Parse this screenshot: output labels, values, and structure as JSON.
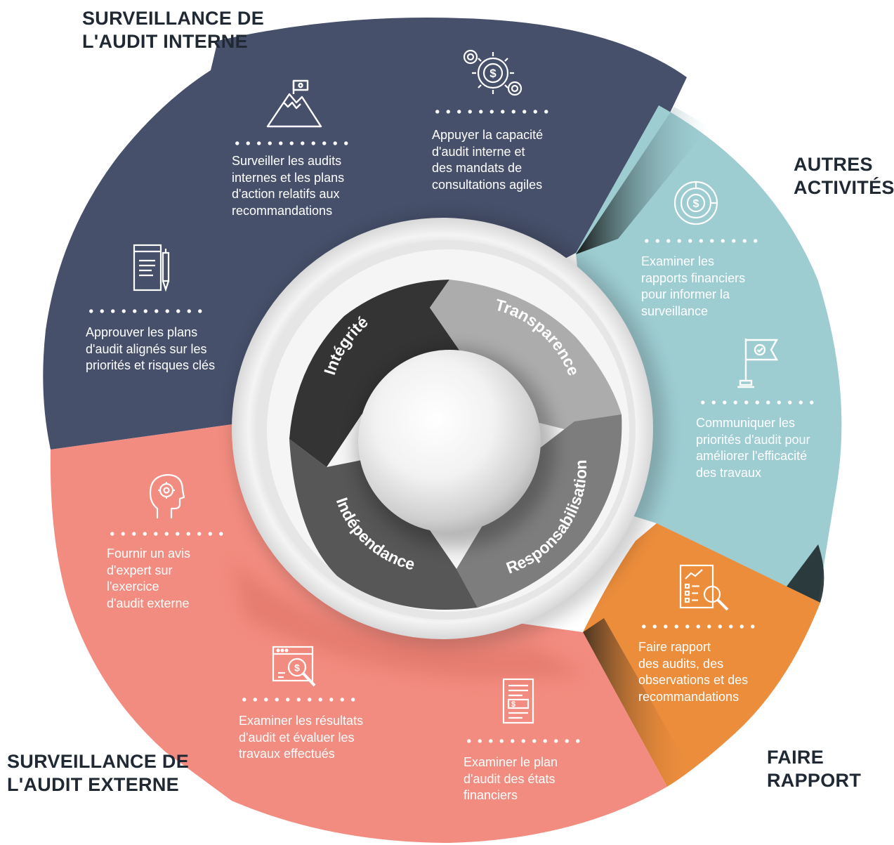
{
  "sections": {
    "internal": {
      "title": [
        "SURVEILLANCE DE",
        "L'AUDIT INTERNE"
      ],
      "color": "#46506a",
      "items": [
        {
          "icon": "mountain-flag-icon",
          "text": [
            "Surveiller les audits",
            "internes et les plans",
            "d'action relatifs aux",
            "recommandations"
          ]
        },
        {
          "icon": "dollar-gears-icon",
          "text": [
            "Appuyer la capacité",
            "d'audit interne et",
            "des mandats de",
            "consultations agiles"
          ]
        },
        {
          "icon": "document-pen-icon",
          "text": [
            "Approuver les plans",
            "d'audit alignés sur les",
            "priorités et risques clés"
          ]
        }
      ]
    },
    "other": {
      "title": [
        "AUTRES",
        "ACTIVITÉS"
      ],
      "color": "#9dccd1",
      "items": [
        {
          "icon": "dollar-target-icon",
          "text": [
            "Examiner les",
            "rapports financiers",
            "pour informer la",
            "surveillance"
          ]
        },
        {
          "icon": "flag-check-icon",
          "text": [
            "Communiquer les",
            "priorités d'audit pour",
            "améliorer l'efficacité",
            "des travaux"
          ]
        }
      ]
    },
    "report": {
      "title": [
        "FAIRE",
        "RAPPORT"
      ],
      "color": "#ec8d3c",
      "items": [
        {
          "icon": "report-magnifier-icon",
          "text": [
            "Faire rapport",
            "des audits, des",
            "observations et des",
            "recommandations"
          ]
        }
      ]
    },
    "external": {
      "title": [
        "SURVEILLANCE DE",
        "L'AUDIT EXTERNE"
      ],
      "color": "#f28c80",
      "items": [
        {
          "icon": "head-gear-icon",
          "text": [
            "Fournir un avis",
            "d'expert sur",
            "l'exercice",
            "d'audit externe"
          ]
        },
        {
          "icon": "browser-dollar-search-icon",
          "text": [
            "Examiner les résultats",
            "d'audit et évaluer les",
            "travaux effectués"
          ]
        },
        {
          "icon": "financial-statement-icon",
          "text": [
            "Examiner le plan",
            "d'audit des états",
            "financiers"
          ]
        }
      ]
    }
  },
  "values": {
    "integrity": "Intégrité",
    "transparency": "Transparence",
    "accountability": "Responsabilisation",
    "independence": "Indépendance"
  }
}
